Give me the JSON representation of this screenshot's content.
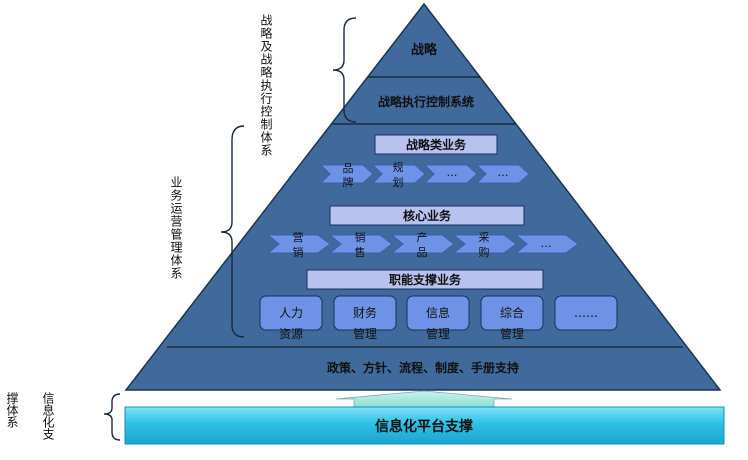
{
  "pyramid": {
    "strategy": "战略",
    "strategy_control": "战略执行控制系统",
    "strategic_business": {
      "title": "战略类业务",
      "chevrons": [
        [
          "品",
          "牌"
        ],
        [
          "规",
          "划"
        ],
        [
          "…",
          ""
        ],
        [
          "…",
          ""
        ]
      ]
    },
    "core_business": {
      "title": "核心业务",
      "chevrons": [
        [
          "营",
          "销"
        ],
        [
          "销",
          "售"
        ],
        [
          "产",
          "品"
        ],
        [
          "采",
          "购"
        ],
        [
          "…",
          ""
        ]
      ]
    },
    "functional_business": {
      "title": "职能支撑业务",
      "boxes": [
        [
          "人力",
          "资源"
        ],
        [
          "财务",
          "管理"
        ],
        [
          "信息",
          "管理"
        ],
        [
          "综合",
          "管理"
        ],
        [
          "……",
          ""
        ]
      ]
    },
    "foundation": "政策、方针、流程、制度、手册支持"
  },
  "side_labels": {
    "strategy_system": "战略及战略执行控制体系",
    "operation_system": "业务运营管理体系",
    "support_system_col1": "撑体系",
    "support_system_col2": "信息化支"
  },
  "platform": "信息化平台支撑",
  "colors": {
    "pyramid_fill": "#3f6a9b",
    "pyramid_stroke": "#1c3550",
    "chevron_fill": "#6e93e6",
    "label_box_fill": "#b7c3ee",
    "platform_fill": "#2fc0e6"
  }
}
